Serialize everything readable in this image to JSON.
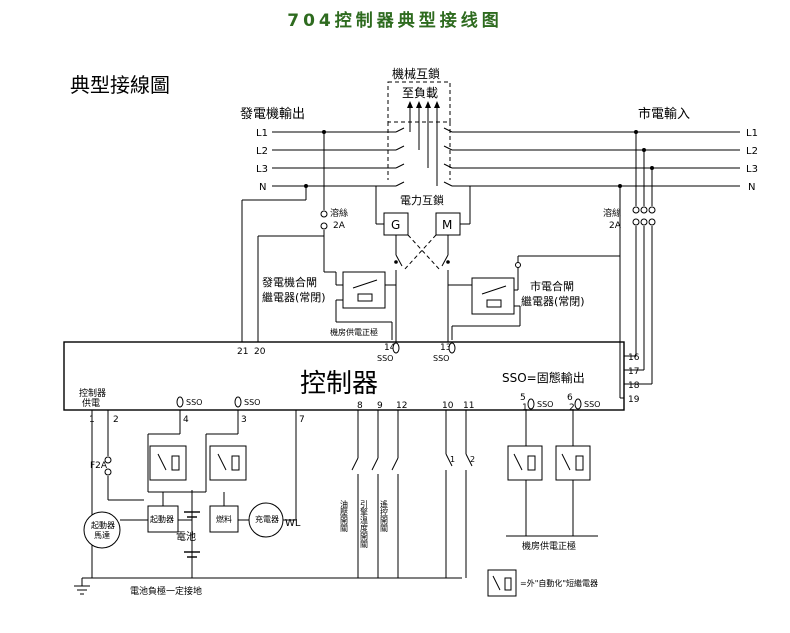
{
  "title": "704控制器典型接线图",
  "title_color": "#2e6b1f",
  "diagram": {
    "heading": "典型接線圖",
    "generator_output": "發電機輸出",
    "mains_input": "市電輸入",
    "mech_interlock": "機械互鎖",
    "to_load": "至負載",
    "elec_interlock": "電力互鎖",
    "phase_labels": [
      "L1",
      "L2",
      "L3",
      "N"
    ],
    "fuse_label": "溶絲",
    "fuse_rating": "2A",
    "g_label": "G",
    "m_label": "M",
    "gen_relay": [
      "發電機合閘",
      "繼電器(常閉)"
    ],
    "mains_relay": [
      "市電合閘",
      "繼電器(常閉)"
    ],
    "room_power_top": "機房供電正極",
    "room_power_bottom": "機房供電正極",
    "controller": "控制器",
    "sso_note": "SSO=固態輸出",
    "controller_supply": [
      "控制器",
      "供電"
    ],
    "sso": "SSO",
    "top_terminals": [
      "21",
      "20",
      "14",
      "13"
    ],
    "right_terminals": [
      "16",
      "17",
      "18",
      "19"
    ],
    "bottom_terminals": [
      "1",
      "2",
      "4",
      "3",
      "7",
      "8",
      "9",
      "12",
      "10",
      "11",
      "5",
      "6"
    ],
    "sso_indices": [
      "1",
      "2"
    ],
    "sso_small": [
      "1",
      "2"
    ],
    "f2a": "F2A",
    "starter_motor": [
      "起動器",
      "馬達"
    ],
    "starter": "起動器",
    "fuel": "燃料",
    "charger": "充電器",
    "wl": "WL",
    "battery": "電池",
    "switch_labels": [
      "油壓開關",
      "引擎溫度開關",
      "遙控開關"
    ],
    "ground_note": "電池負極一定接地",
    "legend": "=外\"自動化\"短繼電器"
  }
}
